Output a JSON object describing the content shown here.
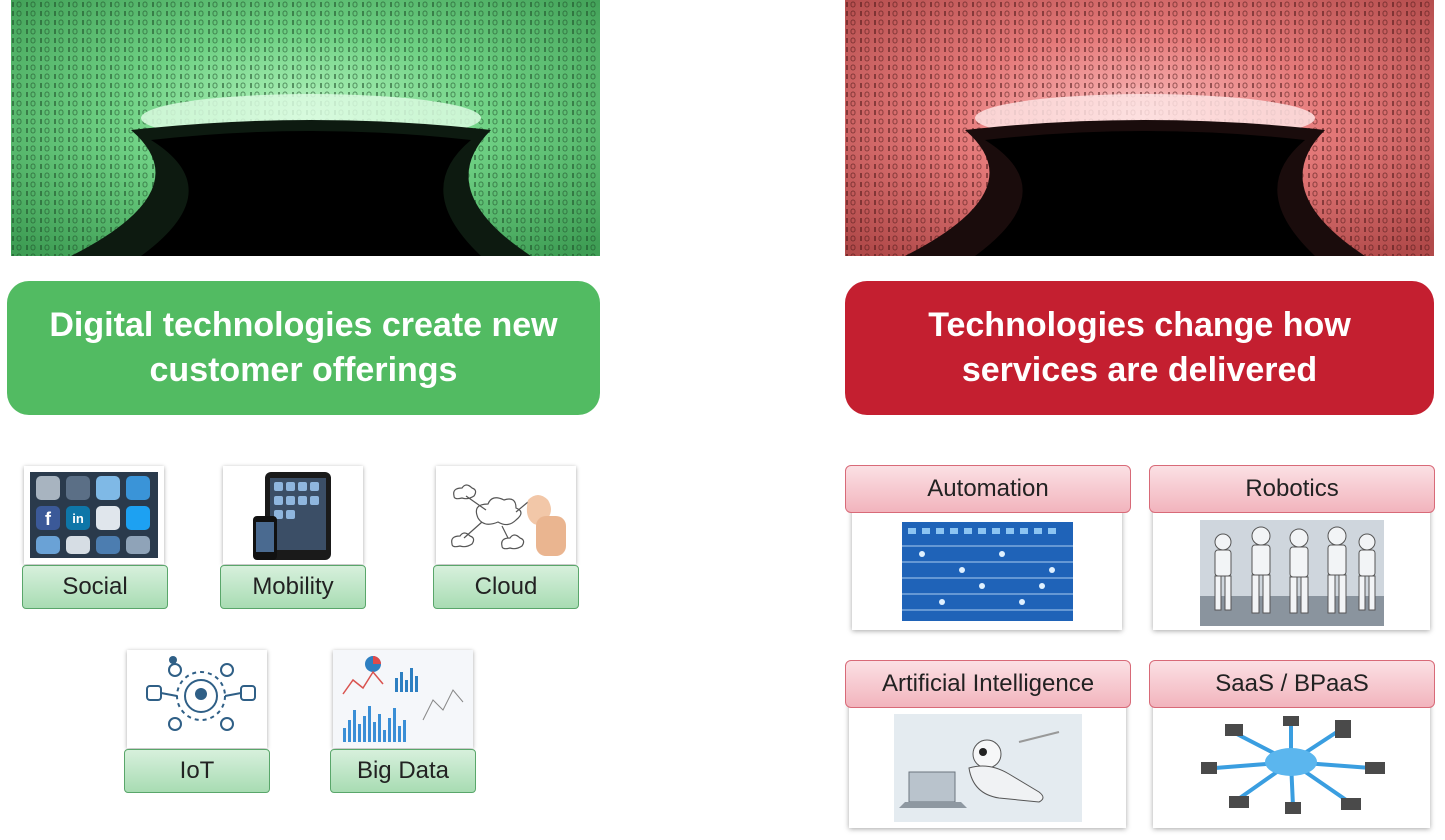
{
  "left": {
    "headline": "Digital technologies create new customer offerings",
    "headline_line1": "Digital technologies create new",
    "headline_line2": "customer offerings",
    "color": "#52bb62",
    "tunnel_image": "green-binary-tunnel",
    "offerings": [
      {
        "label": "Social",
        "icon": "social-apps-icon"
      },
      {
        "label": "Mobility",
        "icon": "mobile-devices-icon"
      },
      {
        "label": "Cloud",
        "icon": "cloud-sketch-icon"
      },
      {
        "label": "IoT",
        "icon": "iot-network-icon"
      },
      {
        "label": "Big Data",
        "icon": "data-charts-icon"
      }
    ]
  },
  "right": {
    "headline": "Technologies change how services are delivered",
    "headline_line1": "Technologies change how",
    "headline_line2": "services are delivered",
    "color": "#c41f30",
    "tunnel_image": "red-binary-tunnel",
    "deliveries": [
      {
        "label": "Automation",
        "icon": "automation-grid-icon"
      },
      {
        "label": "Robotics",
        "icon": "robots-icon"
      },
      {
        "label": "Artificial Intelligence",
        "icon": "ai-robot-icon"
      },
      {
        "label": "SaaS / BPaaS",
        "icon": "cloud-network-icon"
      }
    ]
  }
}
